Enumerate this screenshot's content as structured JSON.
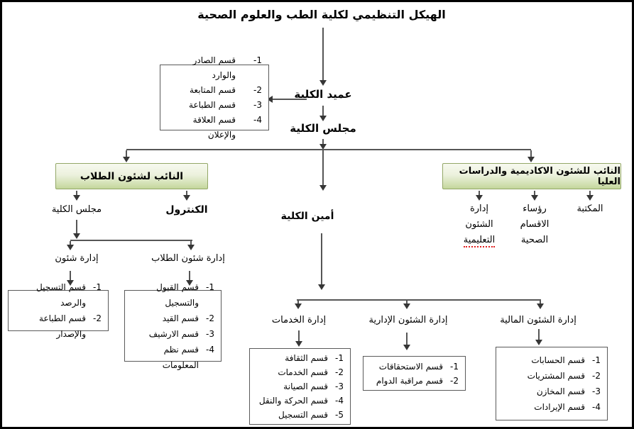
{
  "title": "الهيكل التنظيمي لكلية الطب والعلوم الصحية",
  "colors": {
    "node_green_top": "#f7f9ef",
    "node_green_bottom": "#c3d69b",
    "connector": "#565656",
    "spellcheck_underline": "#e02020"
  },
  "nodes": {
    "dean": "عميد الكلية",
    "college_council": "مجلس الكلية",
    "vice_students": "النائب لشئون الطلاب",
    "vice_academic": "النائب للشئون الاكاديمية والدراسات العليا",
    "council_left": "مجلس الكلية",
    "control": "الكنترول",
    "affairs_admin": "إدارة شئون",
    "student_affairs_admin": "إدارة شئون الطلاب",
    "secretary": "أمين الكلية",
    "services_admin": "إدارة الخدمات",
    "admin_affairs": "إدارة الشئون الإدارية",
    "financial_affairs": "إدارة الشئون المالية",
    "educational_affairs_lines": [
      "إدارة",
      "الشئون",
      "التعليمية"
    ],
    "health_dept_heads_lines": [
      "رؤساء",
      "الاقسام",
      "الصحية"
    ],
    "library": "المكتبة"
  },
  "boxes": {
    "dean_departments": {
      "items": [
        {
          "num": "1-",
          "text": "قسم الصادر والوارد"
        },
        {
          "num": "2-",
          "text": "قسم المتابعة"
        },
        {
          "num": "3-",
          "text": "قسم الطباعة"
        },
        {
          "num": "4-",
          "text": "قسم العلاقة والإعلان"
        }
      ]
    },
    "registration_monitoring": {
      "items": [
        {
          "num": "1-",
          "text": "قسم التسجيل والرصد"
        },
        {
          "num": "2-",
          "text": "قسم الطباعة والإصدار"
        }
      ]
    },
    "student_affairs": {
      "items": [
        {
          "num": "1-",
          "text": "قسم القبول والتسجيل"
        },
        {
          "num": "2-",
          "text": "قسم القيد"
        },
        {
          "num": "3-",
          "text": "قسم الارشيف"
        },
        {
          "num": "4-",
          "text": "قسم نظم المعلومات"
        }
      ]
    },
    "services": {
      "items": [
        {
          "num": "1-",
          "text": "قسم الثقافة"
        },
        {
          "num": "2-",
          "text": "قسم الخدمات"
        },
        {
          "num": "3-",
          "text": "قسم الصيانة"
        },
        {
          "num": "4-",
          "text": "قسم الحركة والنقل"
        },
        {
          "num": "5-",
          "text": "قسم التسجيل"
        }
      ]
    },
    "administrative": {
      "items": [
        {
          "num": "1-",
          "text": "قسم الاستحقاقات"
        },
        {
          "num": "2-",
          "text": "قسم مراقبة الدوام"
        }
      ]
    },
    "financial": {
      "items": [
        {
          "num": "1-",
          "text": "قسم الحسابات"
        },
        {
          "num": "2-",
          "text": "قسم المشتريات"
        },
        {
          "num": "3-",
          "text": "قسم المخازن"
        },
        {
          "num": "4-",
          "text": "قسم الإيرادات"
        }
      ]
    }
  }
}
